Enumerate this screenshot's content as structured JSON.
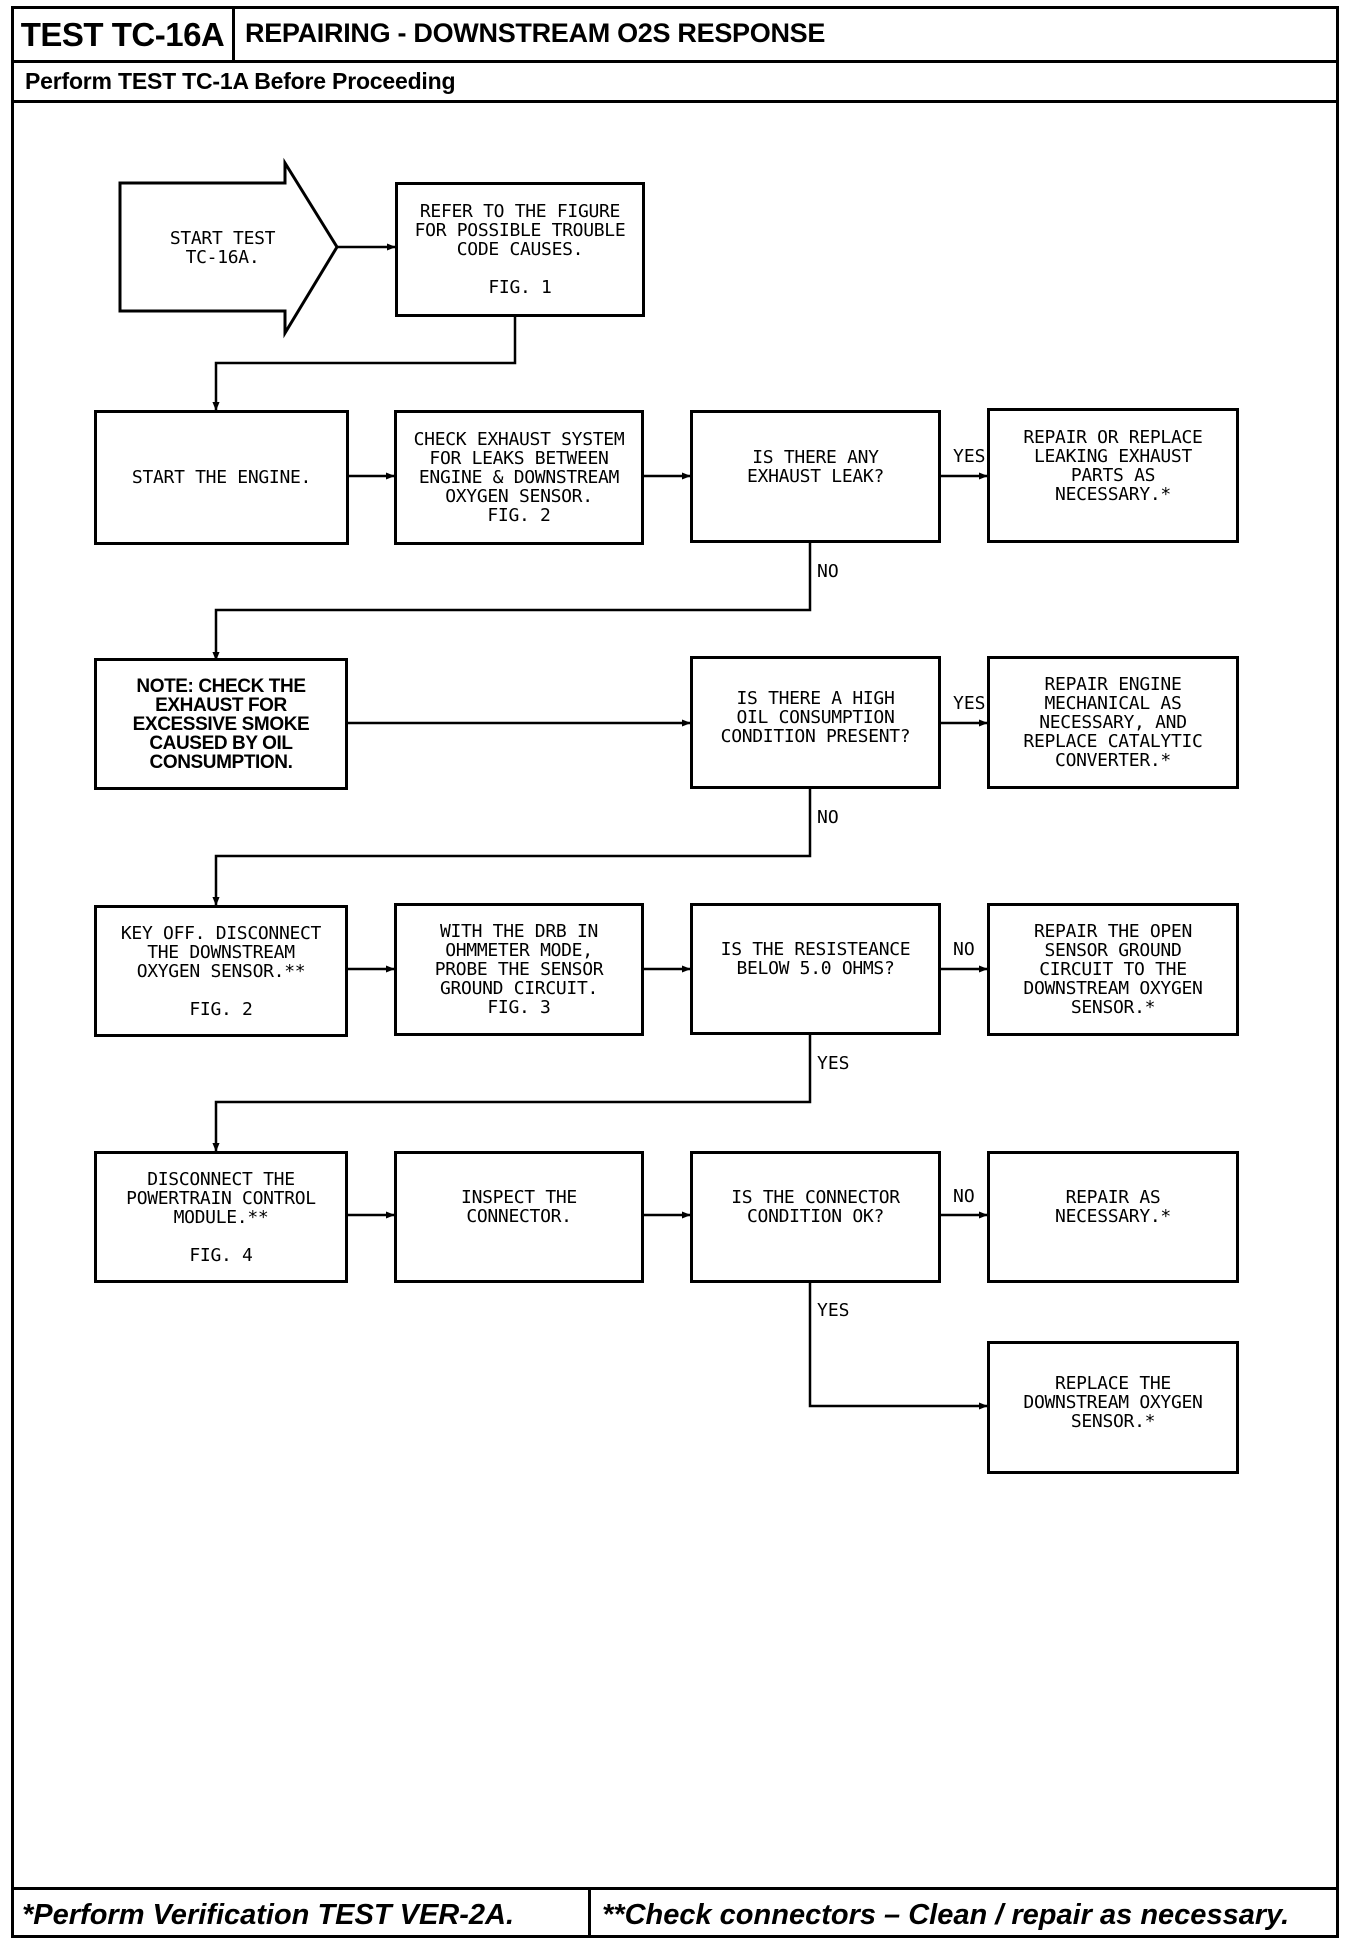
{
  "header": {
    "test_id": "TEST TC-16A",
    "title": "REPAIRING - DOWNSTREAM O2S RESPONSE",
    "prerequisite": "Perform TEST TC-1A Before Proceeding"
  },
  "steps": {
    "start": "START TEST\nTC-16A.",
    "refer_figure": "REFER TO THE FIGURE\nFOR POSSIBLE TROUBLE\nCODE CAUSES.\n\nFIG. 1",
    "start_engine": "START THE ENGINE.",
    "check_exhaust": "CHECK EXHAUST SYSTEM\nFOR LEAKS BETWEEN\nENGINE & DOWNSTREAM\nOXYGEN SENSOR.\nFIG. 2",
    "q_exhaust_leak": "IS THERE ANY\nEXHAUST LEAK?",
    "repair_exhaust": "REPAIR OR REPLACE\nLEAKING EXHAUST\nPARTS AS\nNECESSARY.*",
    "note_smoke": "NOTE: CHECK THE\nEXHAUST FOR\nEXCESSIVE SMOKE\nCAUSED BY OIL\nCONSUMPTION.",
    "q_oil": "IS THERE A HIGH\nOIL CONSUMPTION\nCONDITION PRESENT?",
    "repair_engine": "REPAIR ENGINE\nMECHANICAL AS\nNECESSARY, AND\nREPLACE CATALYTIC\nCONVERTER.*",
    "key_off": "KEY OFF. DISCONNECT\nTHE DOWNSTREAM\nOXYGEN SENSOR.**\n\nFIG. 2",
    "drb_probe": "WITH THE DRB IN\nOHMMETER MODE,\nPROBE THE SENSOR\nGROUND CIRCUIT.\nFIG. 3",
    "q_resistance": "IS THE RESISTEANCE\nBELOW 5.0 OHMS?",
    "repair_open": "REPAIR THE OPEN\nSENSOR GROUND\nCIRCUIT TO THE\nDOWNSTREAM OXYGEN\nSENSOR.*",
    "disconnect_pcm": "DISCONNECT THE\nPOWERTRAIN CONTROL\nMODULE.**\n\nFIG. 4",
    "inspect_connector": "INSPECT THE\nCONNECTOR.",
    "q_connector": "IS THE CONNECTOR\nCONDITION OK?",
    "repair_as_necessary": "REPAIR AS\nNECESSARY.*",
    "replace_sensor": "REPLACE THE\nDOWNSTREAM OXYGEN\nSENSOR.*"
  },
  "labels": {
    "leak_yes": "YES",
    "leak_no": "NO",
    "oil_yes": "YES",
    "oil_no": "NO",
    "resistance_no": "NO",
    "resistance_yes": "YES",
    "connector_no": "NO",
    "connector_yes": "YES"
  },
  "footer": {
    "left": "*Perform Verification TEST VER-2A.",
    "right": "**Check connectors – Clean / repair as necessary."
  }
}
